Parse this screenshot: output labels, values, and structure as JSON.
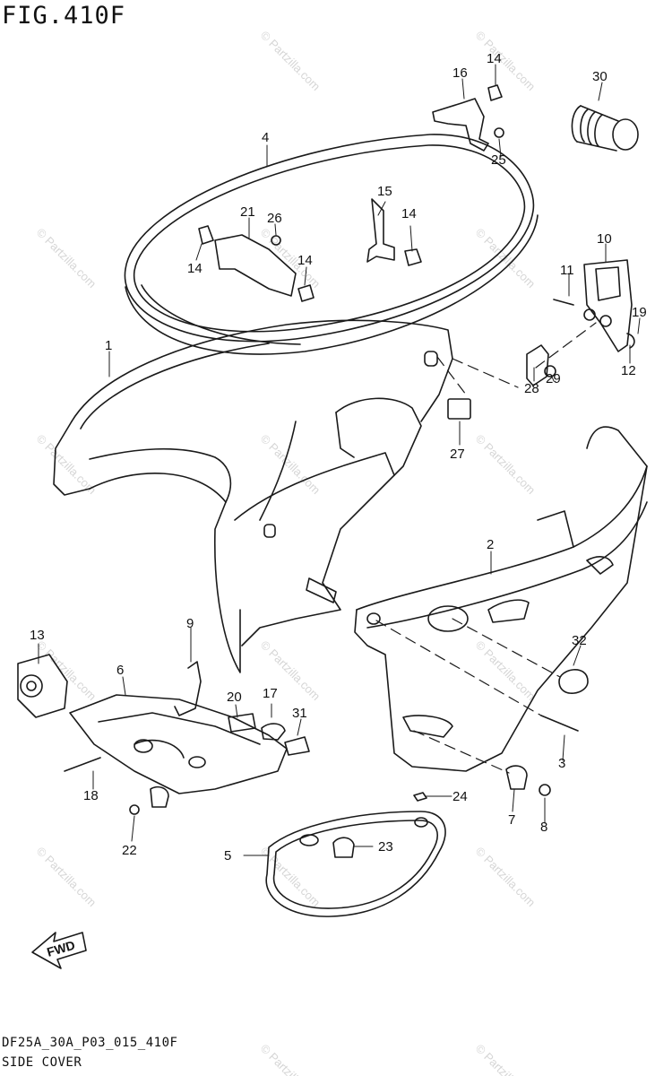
{
  "figure": {
    "title": "FIG.410F",
    "code": "DF25A_30A_P03_015_410F",
    "name": "SIDE COVER"
  },
  "callouts": [
    "1",
    "2",
    "3",
    "4",
    "5",
    "6",
    "7",
    "8",
    "9",
    "10",
    "11",
    "12",
    "13",
    "14",
    "14",
    "14",
    "14",
    "15",
    "16",
    "17",
    "18",
    "19",
    "20",
    "21",
    "22",
    "23",
    "24",
    "25",
    "26",
    "27",
    "28",
    "29",
    "30",
    "31",
    "32"
  ],
  "fwd_label": "FWD",
  "watermark": "© Partzilla.com"
}
